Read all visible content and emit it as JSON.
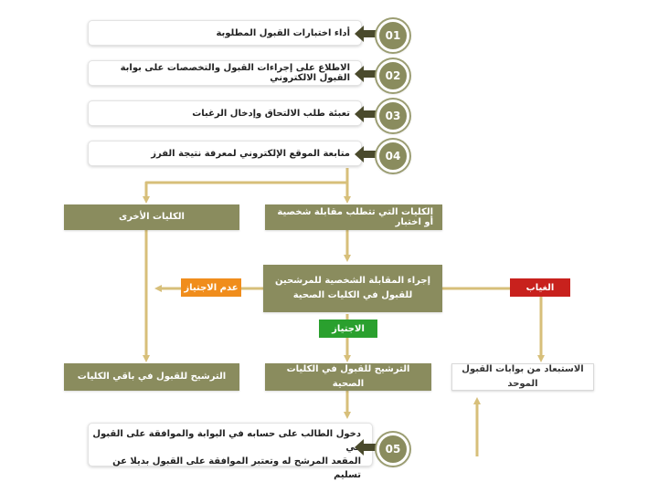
{
  "colors": {
    "olive": "#8a8c5e",
    "olive_dark": "#4a4a2c",
    "line": "#d7bf7a",
    "orange": "#f08d1c",
    "green": "#2aa02e",
    "red": "#c8211d"
  },
  "steps": [
    {
      "number": "01",
      "text": "أداء اختبارات القبول المطلوبة"
    },
    {
      "number": "02",
      "text": "الاطلاع على إجراءات القبول والتخصصات على بوابة القبول الالكتروني"
    },
    {
      "number": "03",
      "text": "تعبئة طلب الالتحاق وإدخال الرغبات"
    },
    {
      "number": "04",
      "text": "متابعة الموقع الإلكتروني لمعرفة نتيجة الفرز"
    },
    {
      "number": "05",
      "lines": [
        "دخول الطالب على حسابه في البوابة والموافقة على القبول في",
        "المقعد المرشح له وتعتبر الموافقة على القبول بديلا عن تسليم"
      ]
    }
  ],
  "nodes": {
    "other_colleges": "الكليات الأخرى",
    "interview_colleges": "الكليات التي تتطلب مقابلة شخصية أو اختبار",
    "interview_line1": "إجراء المقابلة الشخصية للمرشحين",
    "interview_line2": "للقبول في الكليات الصحية",
    "nominate_other": "الترشيح للقبول في باقي الكليات",
    "nominate_health": "الترشيح للقبول في الكليات الصحية",
    "excluded": "الاستبعاد من بوابات القبول الموحد"
  },
  "tags": {
    "fail": "عدم الاجتياز",
    "pass": "الاجتياز",
    "absent": "الغياب"
  }
}
